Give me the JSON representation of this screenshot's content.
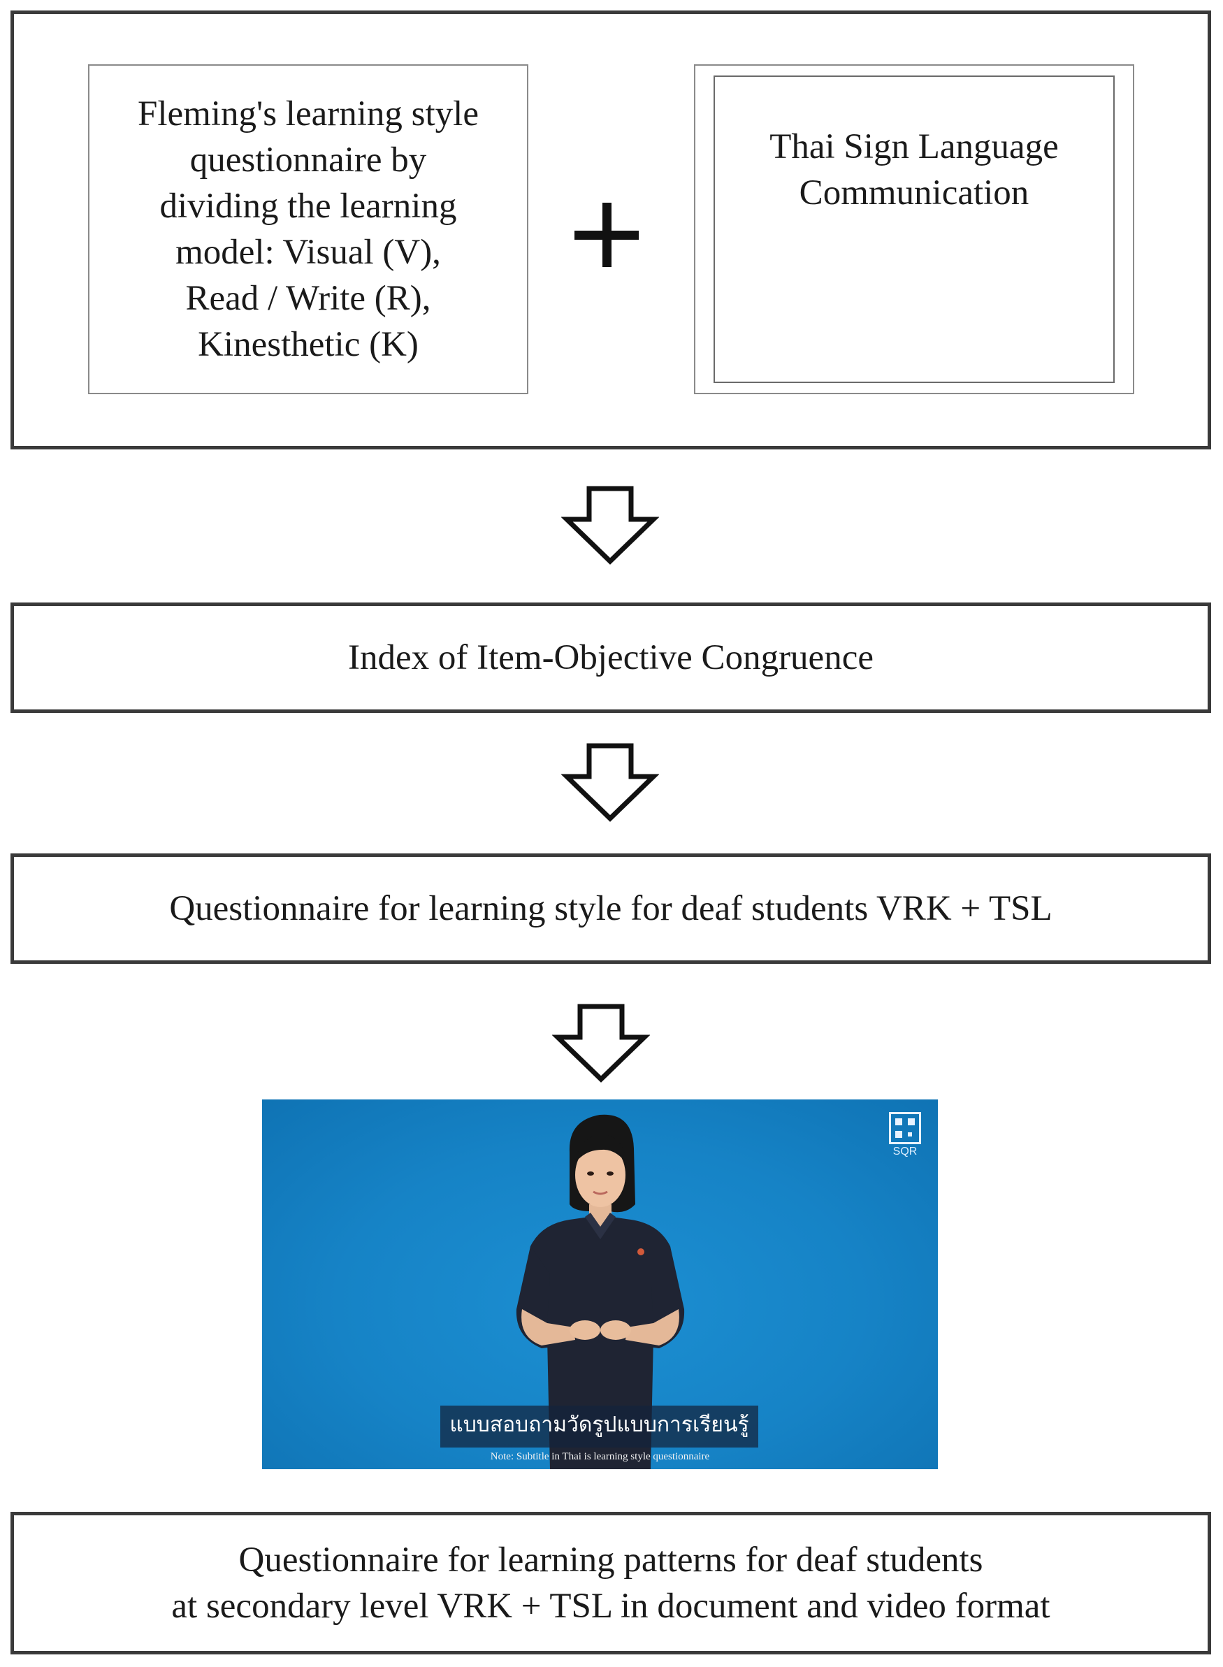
{
  "top_section": {
    "left_box_lines": [
      "Fleming's learning style",
      "questionnaire by",
      "dividing the learning",
      "model: Visual (V),",
      "Read / Write (R),",
      "Kinesthetic (K)"
    ],
    "plus_sign": "+",
    "right_box_lines": [
      "Thai Sign Language",
      "Communication"
    ]
  },
  "step_ioc": "Index of Item-Objective Congruence",
  "step_questionnaire": "Questionnaire for learning style for deaf students VRK + TSL",
  "video": {
    "logo_label": "SQR",
    "subtitle_thai": "แบบสอบถามวัดรูปแบบการเรียนรู้",
    "note": "Note: Subtitle in Thai is learning style questionnaire"
  },
  "final_step_lines": [
    "Questionnaire for learning patterns for deaf students",
    "at secondary level VRK + TSL in document and video format"
  ],
  "colors": {
    "border": "#3a3a3a",
    "video_background": "#1683c6",
    "shirt": "#1f2433"
  },
  "icons": [
    "plus-icon",
    "down-arrow-icon",
    "qr-logo-icon",
    "sign-language-interpreter-image"
  ]
}
